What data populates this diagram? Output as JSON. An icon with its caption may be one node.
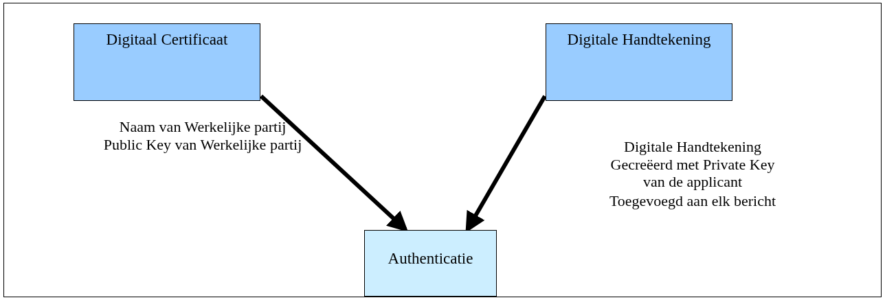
{
  "diagram": {
    "nodes": [
      {
        "text": [
          "Digitaal Certificaat"
        ]
      },
      {
        "text": [
          "Digitale Handtekening"
        ]
      },
      {
        "text": [
          "Authenticatie"
        ]
      }
    ],
    "edges": [
      {
        "from": 0,
        "to": 2,
        "arrow": "to"
      },
      {
        "from": 1,
        "to": 2,
        "arrow": "to"
      }
    ],
    "labels": [
      "Naam van Werkelijke partij",
      "Public Key van Werkelijke partij",
      "Digitale Handtekening",
      "Gecreëerd met Private Key van de applicant",
      "Toegevoegd aan elk bericht"
    ]
  }
}
